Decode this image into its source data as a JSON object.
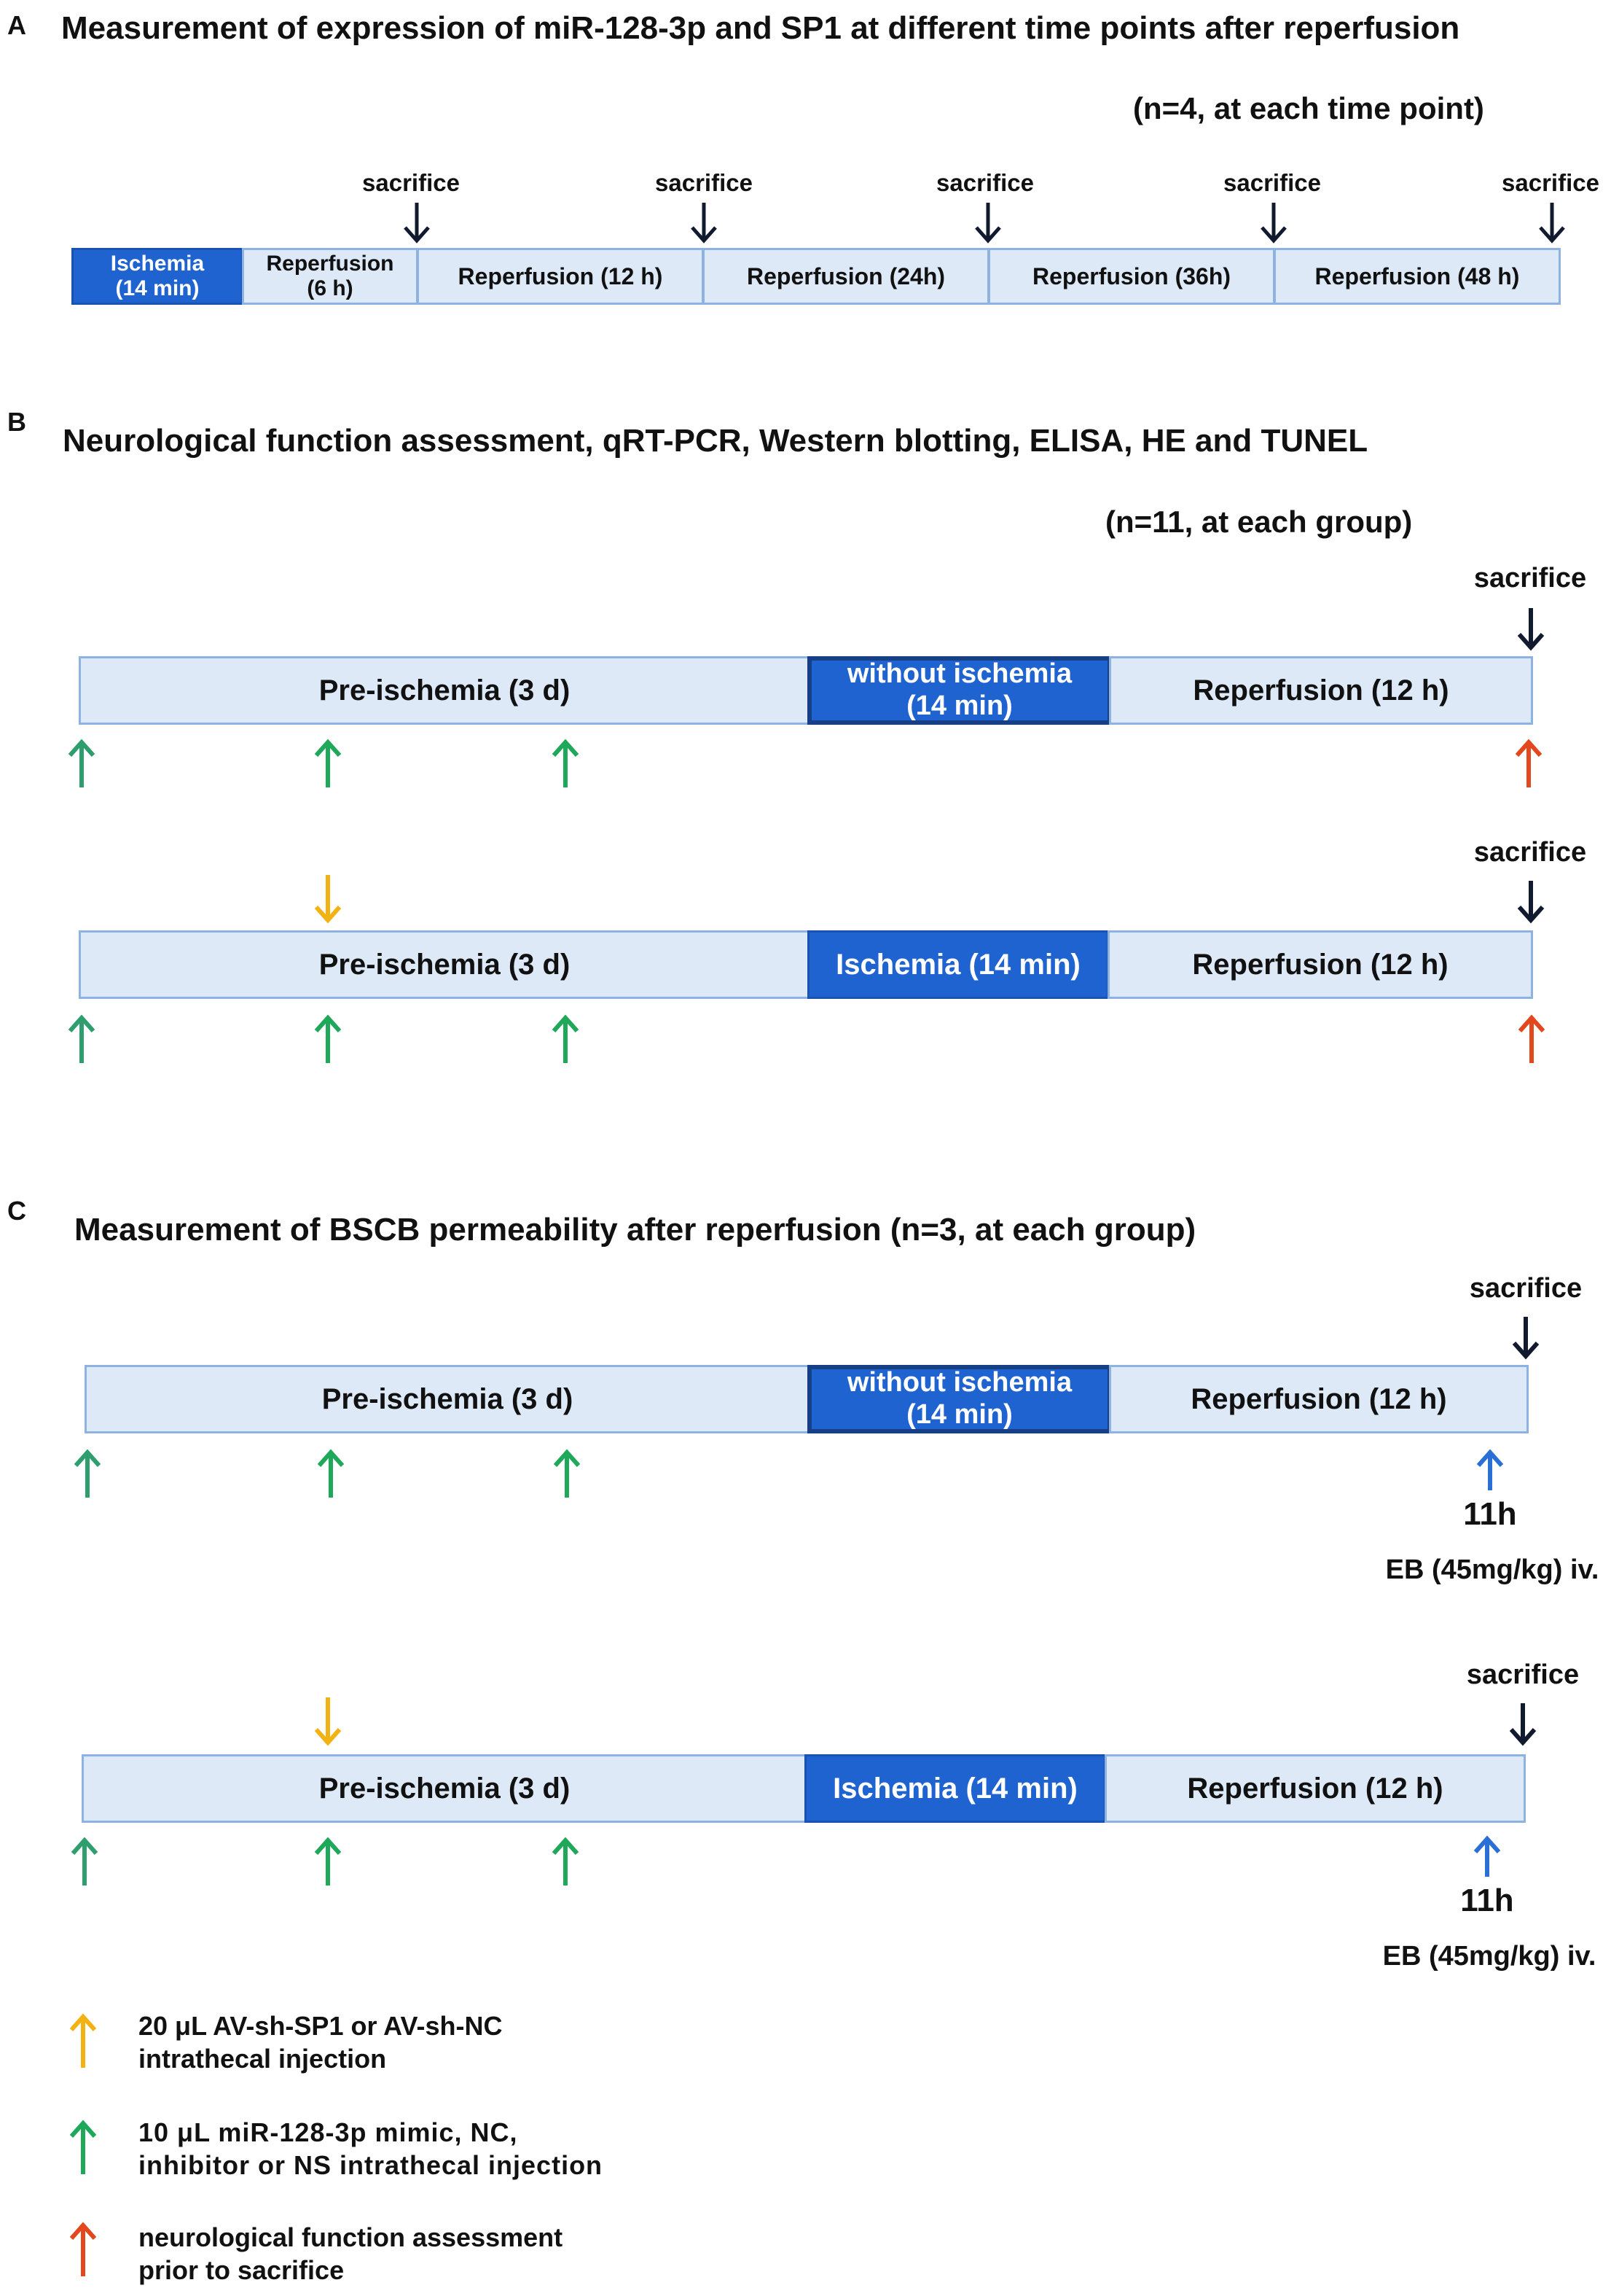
{
  "colors": {
    "bar_light": "#dde9f7",
    "bar_dark": "#1f63d1",
    "arrow_black": "#111a2e",
    "arrow_green": "#1fa85a",
    "arrow_teal": "#2e9e6e",
    "arrow_yellow": "#f2b213",
    "arrow_red": "#e2471e",
    "arrow_blue": "#2a6fd6"
  },
  "panel_a": {
    "letter": "A",
    "title": "Measurement of expression of miR-128-3p and SP1 at different time points after reperfusion",
    "n": "(n=4, at each time point)",
    "sacrifice": "sacrifice",
    "segments": [
      "Ischemia\n(14 min)",
      "Reperfusion\n(6 h)",
      "Reperfusion (12 h)",
      "Reperfusion (24h)",
      "Reperfusion (36h)",
      "Reperfusion (48 h)"
    ]
  },
  "panel_b": {
    "letter": "B",
    "title": "Neurological function assessment, qRT-PCR, Western blotting, ELISA, HE and TUNEL",
    "n": "(n=11, at each group)",
    "sacrifice": "sacrifice",
    "row1": {
      "pre": "Pre-ischemia (3 d)",
      "mid": "without ischemia\n(14 min)",
      "post": "Reperfusion (12 h)"
    },
    "row2": {
      "pre": "Pre-ischemia (3 d)",
      "mid": "Ischemia (14 min)",
      "post": "Reperfusion (12 h)"
    }
  },
  "panel_c": {
    "letter": "C",
    "title": "Measurement of BSCB permeability after reperfusion (n=3, at each group)",
    "sacrifice": "sacrifice",
    "hour": "11h",
    "eb": "EB (45mg/kg) iv.",
    "row1": {
      "pre": "Pre-ischemia (3 d)",
      "mid": "without ischemia\n(14 min)",
      "post": "Reperfusion (12 h)"
    },
    "row2": {
      "pre": "Pre-ischemia (3 d)",
      "mid": "Ischemia (14 min)",
      "post": "Reperfusion (12 h)"
    }
  },
  "legend": {
    "yellow": "20 μL AV-sh-SP1 or AV-sh-NC\nintrathecal injection",
    "green": "10 μL miR-128-3p mimic, NC,\ninhibitor or NS intrathecal injection",
    "red": "neurological function assessment\nprior to sacrifice"
  }
}
